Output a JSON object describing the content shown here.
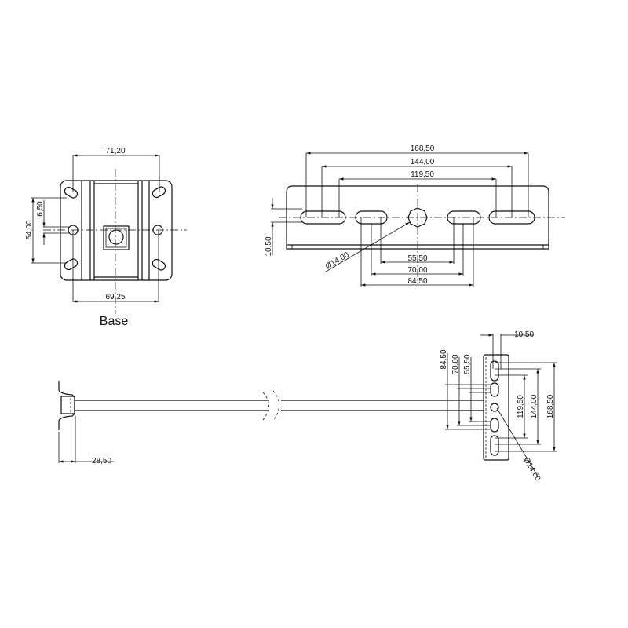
{
  "base_view": {
    "title": "Base",
    "dims": {
      "top_width": "71,20",
      "bottom_width": "69,25",
      "hole_spacing": "54,00",
      "slot_offset": "6,50"
    }
  },
  "side_view": {
    "dims": {
      "outer": "168,50",
      "middle": "144,00",
      "inner": "119,50",
      "height": "10,50",
      "hole_dia": "Ø14,00",
      "slot_inner": "55,50",
      "slot_mid": "70,00",
      "slot_outer": "84,50"
    }
  },
  "arm_view": {
    "dims": {
      "bracket_depth": "28,50",
      "plate_thickness": "10,50",
      "slot_outer": "84,50",
      "slot_mid": "70,00",
      "slot_inner": "55,50",
      "v_inner": "119,50",
      "v_mid": "144,00",
      "v_outer": "168,50",
      "hole_dia": "Ø14,00"
    }
  },
  "colors": {
    "line": "#111111",
    "background": "#ffffff"
  }
}
